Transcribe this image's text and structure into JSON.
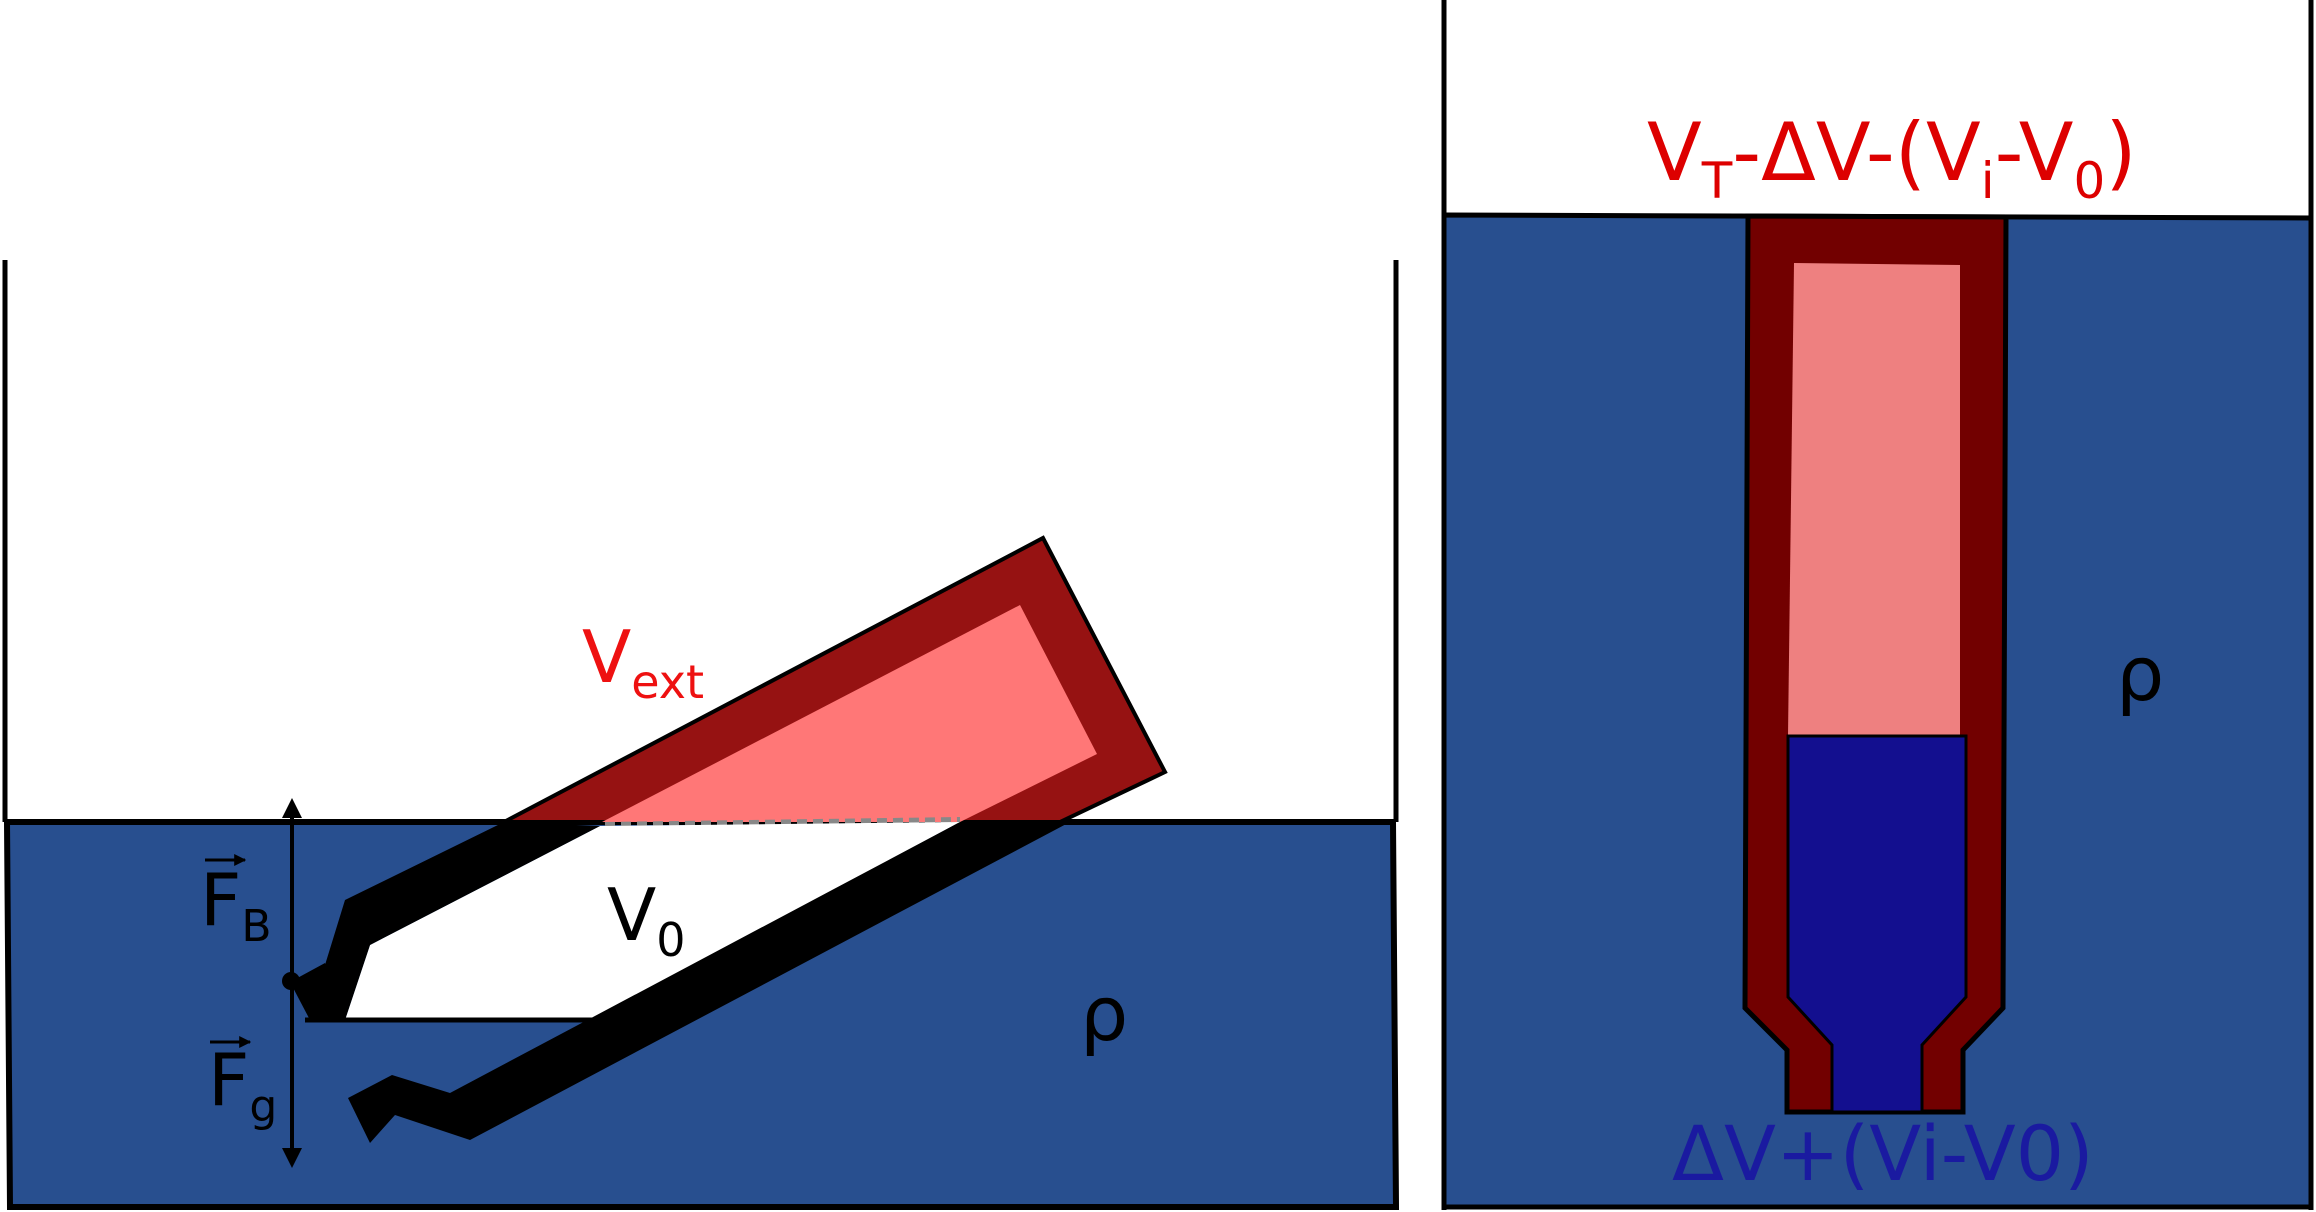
{
  "colors": {
    "water": "#284f8f",
    "outline": "#000000",
    "dark_red": "#961212",
    "light_red": "#ff7777",
    "right_dark_red": "#720000",
    "right_light_red": "#ee8080",
    "right_blue": "#130f8f",
    "label_red": "#ee1111",
    "label_red_right": "#dd0000",
    "label_blue": "#1a1aa0"
  },
  "left_panel": {
    "v_ext": {
      "main": "V",
      "sub": "ext"
    },
    "v_0": {
      "main": "V",
      "sub": "0"
    },
    "rho": "ρ",
    "f_b": {
      "main": "F",
      "sub": "B"
    },
    "f_g": {
      "main": "F",
      "sub": "g"
    }
  },
  "right_panel": {
    "top_label": {
      "v": "V",
      "t_sub": "T",
      "middle": "-ΔV-(V",
      "i_sub": "i",
      "dash": "-V",
      "zero_sub": "0",
      "close": ")"
    },
    "bottom_label": "ΔV+(Vi-V0)",
    "rho": "ρ"
  },
  "icons": [
    "arrow-up-icon",
    "arrow-down-icon",
    "vector-arrow-icon"
  ]
}
